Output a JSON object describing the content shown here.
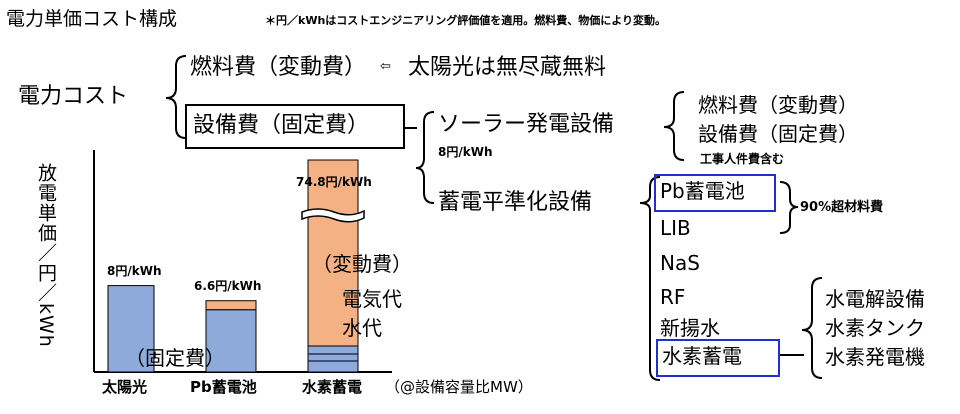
{
  "title": "電力単価コスト構成",
  "note": "＊円／kWhはコストエンジニアリング評価値を適用。燃料費、物価により変動。",
  "tree": {
    "root": "電力コスト",
    "fuel_cost": "燃料費（変動費）",
    "fuel_arrow": "⇦",
    "fuel_comment": "太陽光は無尽蔵無料",
    "equipment_cost": "設備費（固定費）",
    "solar": {
      "label": "ソーラー発電設備",
      "price": "8円/kWh",
      "items": [
        "燃料費（変動費）",
        "設備費（固定費）"
      ],
      "sub_note": "工事人件費含む"
    },
    "storage": {
      "label": "蓄電平準化設備",
      "items": [
        "Pb蓄電池",
        "LIB",
        "NaS",
        "RF",
        "新揚水",
        "水素蓄電"
      ],
      "pb_note": "90%超材料費",
      "hydrogen_items": [
        "水電解設備",
        "水素タンク",
        "水素発電機"
      ]
    }
  },
  "chart_data": {
    "type": "bar",
    "ylabel": "放電単価／円／kWh",
    "xlabel": "（@設備容量比MW）",
    "categories": [
      "太陽光",
      "Pb蓄電池",
      "水素蓄電"
    ],
    "data_labels": [
      "8円/kWh",
      "6.6円/kWh",
      "74.8円/kWh"
    ],
    "values": [
      8,
      6.6,
      74.8
    ],
    "axis_break": true,
    "annotations": {
      "fixed": "（固定費）",
      "variable": "（変動費）",
      "electricity": "電気代",
      "water": "水代"
    },
    "colors": {
      "fixed": "#8eaadb",
      "variable": "#f4b183",
      "emphasis": "#1f2fd0"
    }
  }
}
